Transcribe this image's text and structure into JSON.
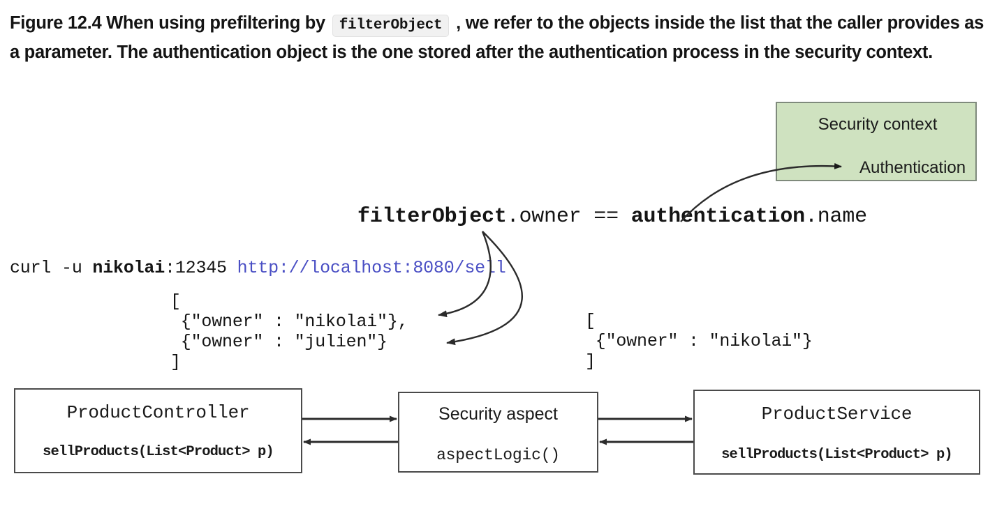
{
  "caption": {
    "prefix": "Figure 12.4 When using prefiltering by",
    "code": "filterObject",
    "suffix": ", we refer to the objects inside the list that the caller provides as a parameter. The authentication object is the one stored after the authentication process in the security context."
  },
  "security_context": {
    "title": "Security context",
    "authentication_label": "Authentication",
    "fill_color": "#cfe2c0",
    "border_color": "#7f8a7c"
  },
  "expression": {
    "filter_object": "filterObject",
    "filter_property": ".owner",
    "operator": " == ",
    "authentication": "authentication",
    "auth_property": ".name",
    "full_text": "filterObject.owner == authentication.name"
  },
  "curl": {
    "command": "curl -u ",
    "username": "nikolai",
    "password": ":12345 ",
    "url": "http://localhost:8080/sell",
    "url_color": "#4a4fc4"
  },
  "json_input": {
    "label": "input-list",
    "text": "[\n {\"owner\" : \"nikolai\"},\n {\"owner\" : \"julien\"}\n]",
    "items": [
      {
        "owner": "nikolai"
      },
      {
        "owner": "julien"
      }
    ]
  },
  "json_output": {
    "label": "output-list",
    "text": "[\n {\"owner\" : \"nikolai\"}\n]",
    "items": [
      {
        "owner": "nikolai"
      }
    ]
  },
  "components": [
    {
      "id": "product-controller",
      "title": "ProductController",
      "method": "sellProducts(List<Product> p)"
    },
    {
      "id": "security-aspect",
      "title": "Security aspect",
      "method": "aspectLogic()"
    },
    {
      "id": "product-service",
      "title": "ProductService",
      "method": "sellProducts(List<Product> p)"
    }
  ],
  "arrows": {
    "controller_to_aspect": "request",
    "aspect_to_controller": "response",
    "aspect_to_service": "request",
    "service_to_aspect": "response",
    "filter_object_to_item1": "filterObject refers to first list item",
    "filter_object_to_item2": "filterObject refers to second list item",
    "authentication_to_context": "authentication comes from security context"
  }
}
